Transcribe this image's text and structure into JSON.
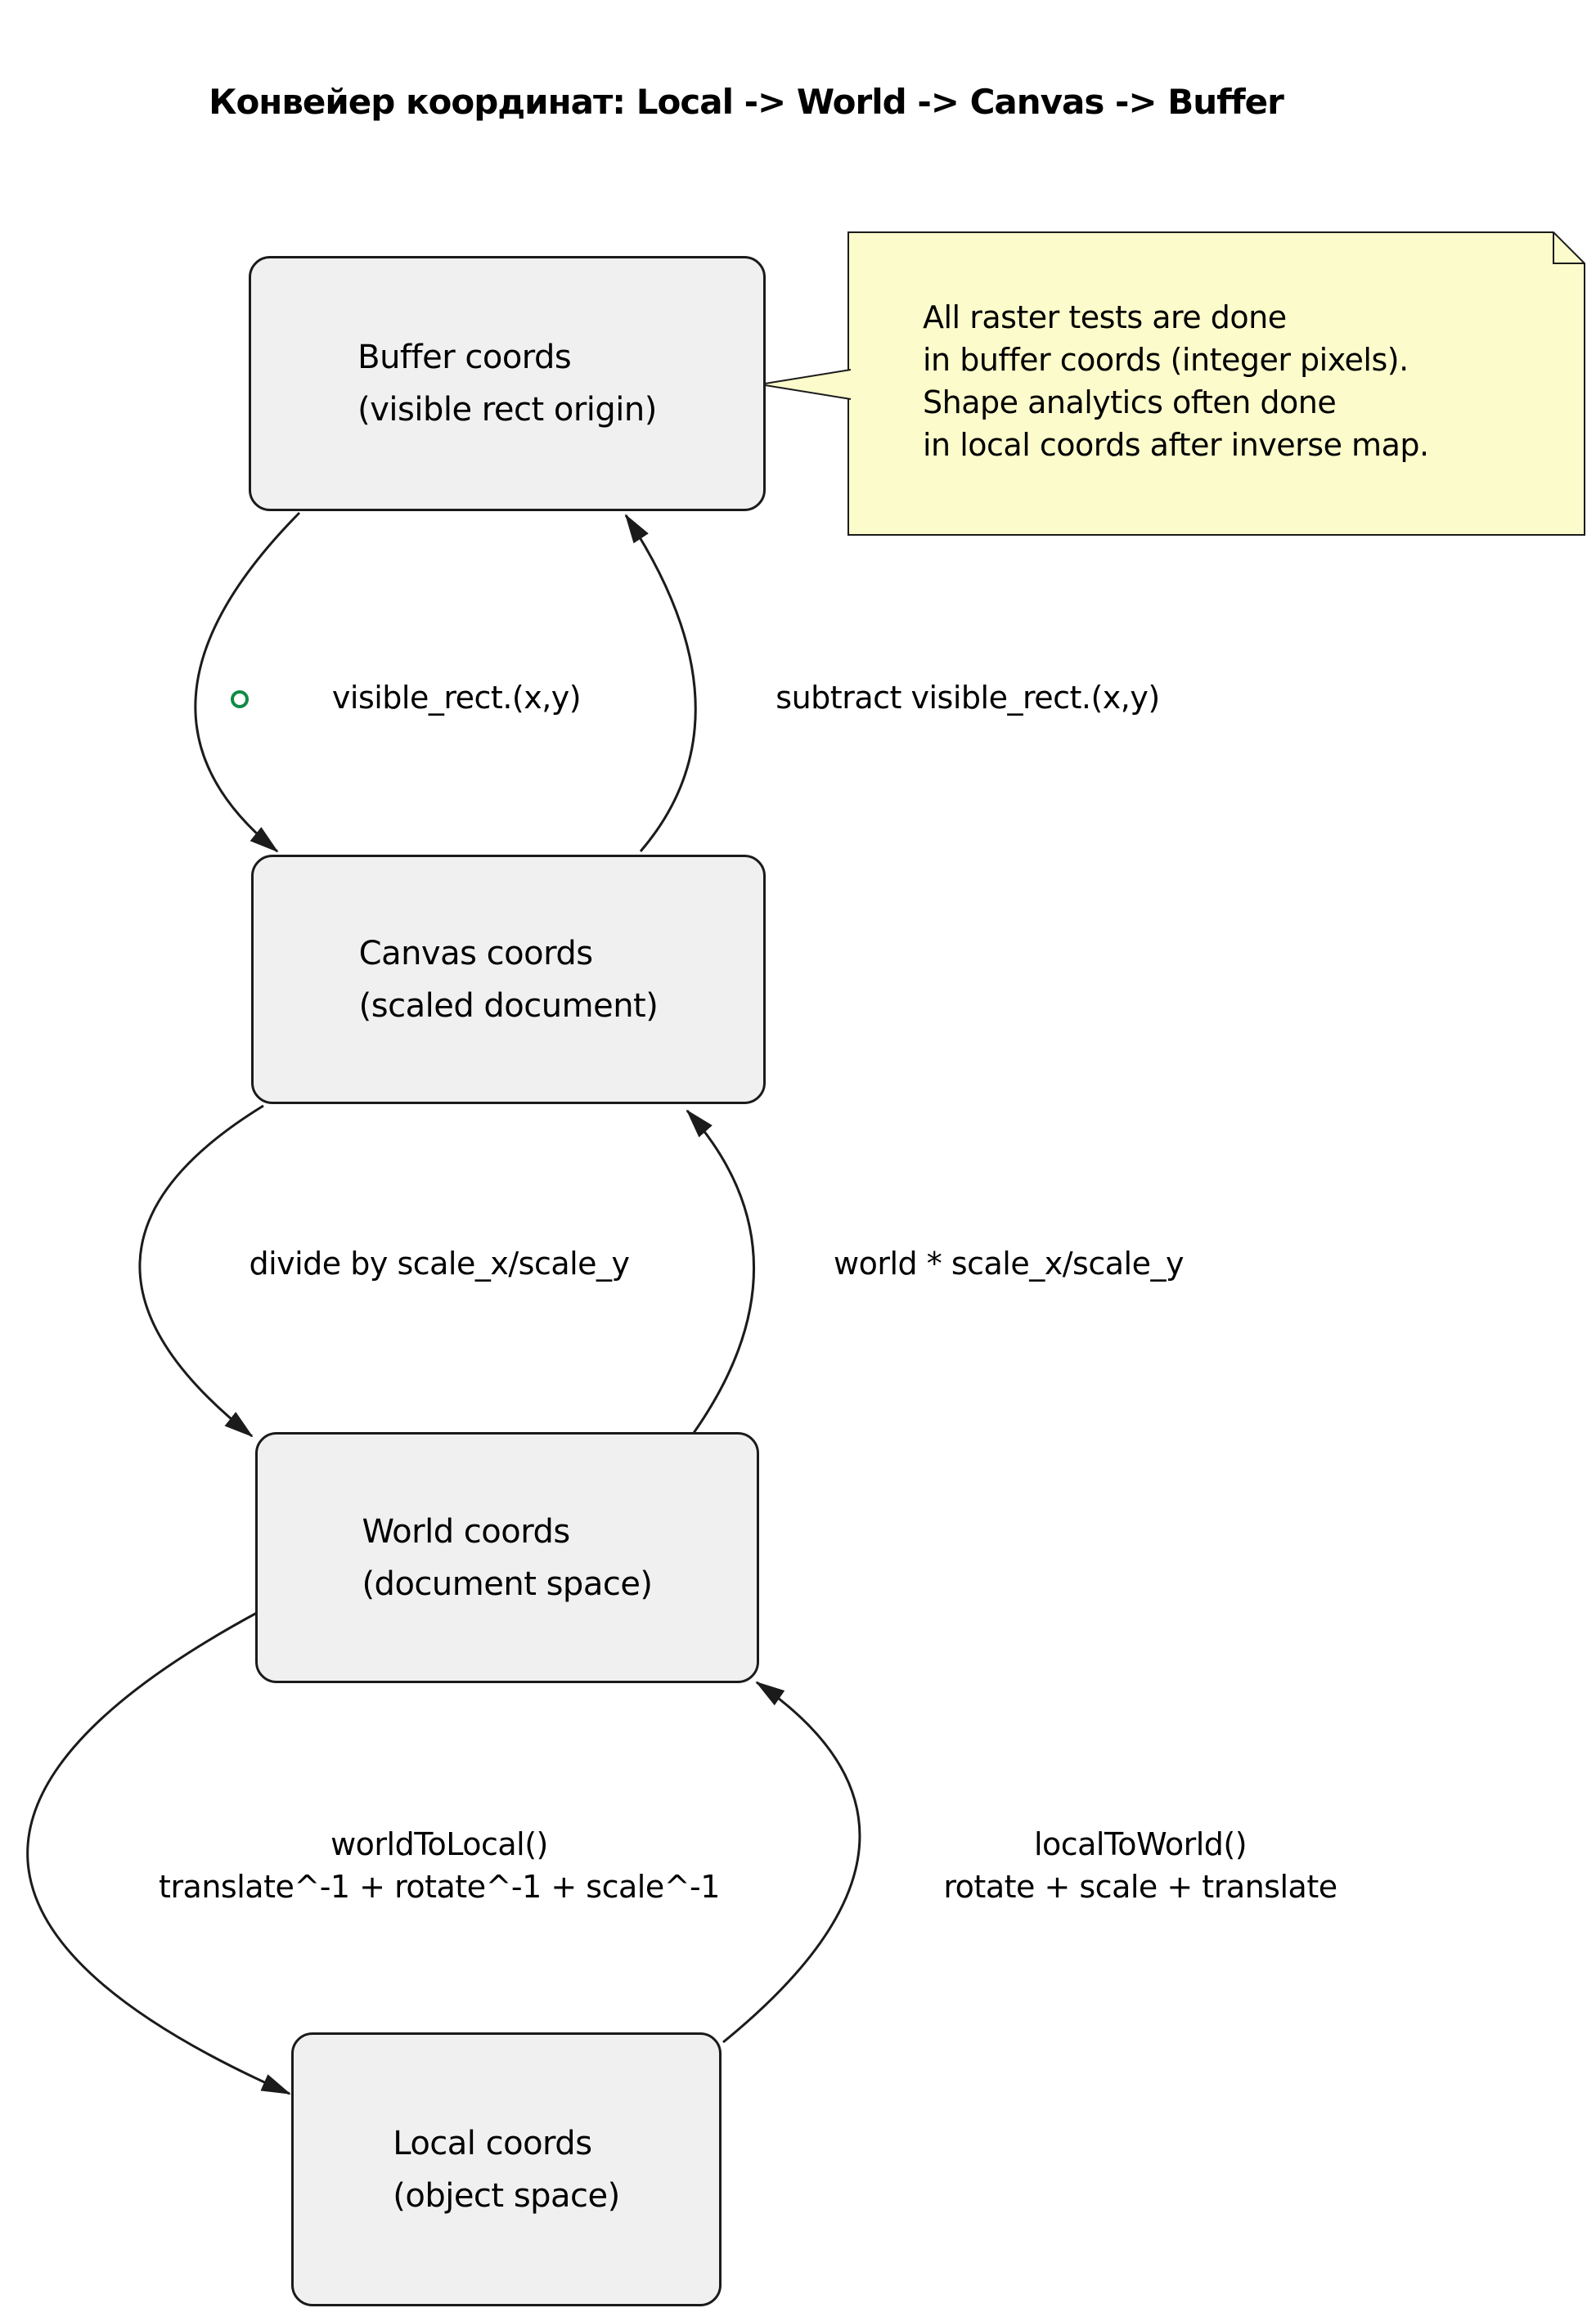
{
  "title": "Конвейер координат: Local -> World -> Canvas -> Buffer",
  "nodes": {
    "buffer": {
      "line1": "Buffer coords",
      "line2": "(visible rect origin)"
    },
    "canvas": {
      "line1": "Canvas coords",
      "line2": "(scaled document)"
    },
    "world": {
      "line1": "World coords",
      "line2": "(document space)"
    },
    "local": {
      "line1": "Local coords",
      "line2": "(object space)"
    }
  },
  "note": {
    "lines": [
      "All raster tests are done",
      "in buffer coords (integer pixels).",
      "Shape analytics often done",
      "in local coords after inverse map."
    ]
  },
  "edges": {
    "buffer_to_canvas": {
      "label": "visible_rect.(x,y)"
    },
    "canvas_to_buffer": {
      "label": "subtract visible_rect.(x,y)"
    },
    "canvas_to_world": {
      "label": "divide by scale_x/scale_y"
    },
    "world_to_canvas": {
      "label": "world * scale_x/scale_y"
    },
    "world_to_local": {
      "label1": "worldToLocal()",
      "label2": "translate^-1 + rotate^-1 + scale^-1"
    },
    "local_to_world": {
      "label1": "localToWorld()",
      "label2": "rotate + scale + translate"
    }
  },
  "markers": {
    "entry_point": "green-open-circle"
  },
  "colors": {
    "background": "#ffffff",
    "node_fill": "#f0f0f0",
    "node_border": "#1b1b1b",
    "note_fill": "#fbfbcb",
    "note_border": "#1b1b1b",
    "edge_line": "#1b1b1b",
    "entry_marker": "#0f8a44",
    "text": "#000000"
  }
}
